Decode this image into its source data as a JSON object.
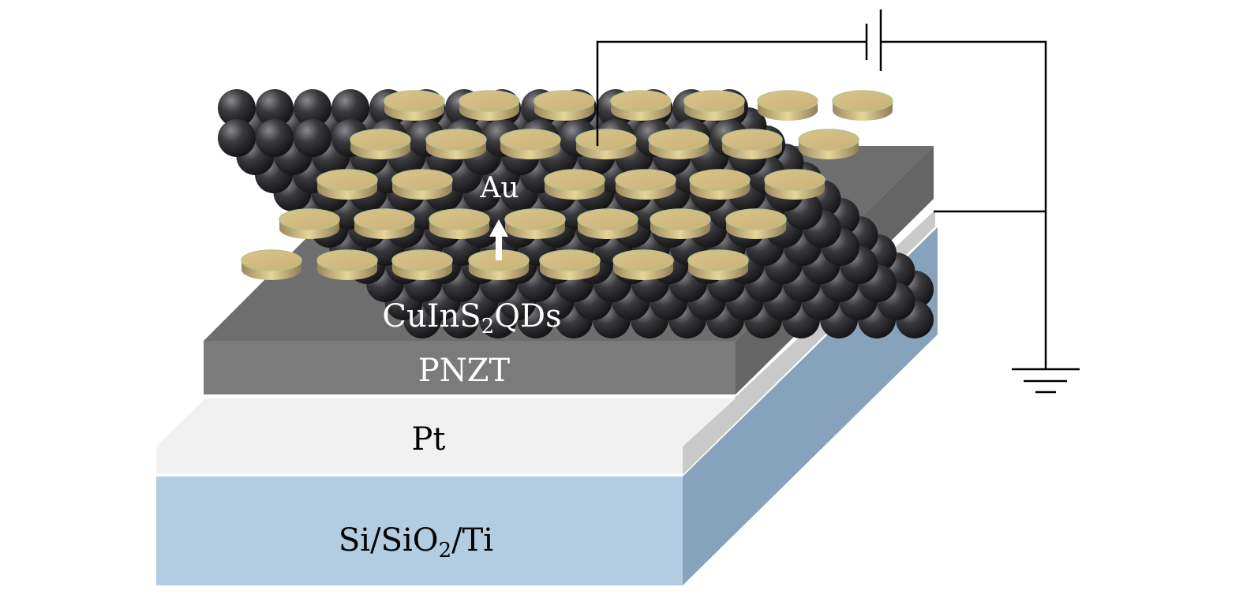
{
  "labels": {
    "au": "Au",
    "qds_main": "CuInS",
    "qds_sub": "2",
    "qds_tail": "QDs",
    "pnzt": "PNZT",
    "pt": "Pt",
    "substrate_a": "Si/SiO",
    "substrate_sub": "2",
    "substrate_b": "/Ti"
  },
  "colors": {
    "substrate_front": "#b2cde1",
    "substrate_side": "#87a3bb",
    "pt_front": "#f1f1f1",
    "pt_side": "#c9c9c9",
    "pnzt_front": "#7b7b7b",
    "pnzt_side": "#656565",
    "gold": "#d8c083",
    "qd": "#2e2e30"
  }
}
